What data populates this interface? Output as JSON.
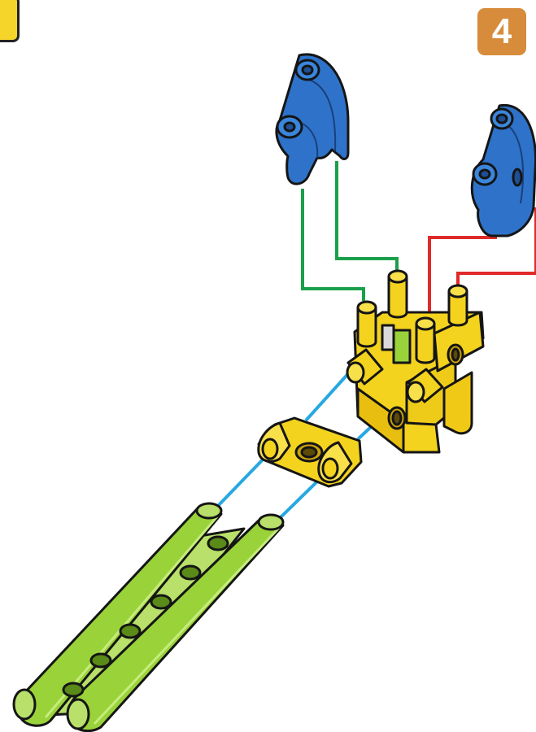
{
  "step": {
    "number": "4"
  },
  "colors": {
    "blue_part": "#2e73c9",
    "yellow_part": "#f4d31f",
    "green_part": "#9ad23a",
    "connector_green": "#1aa04a",
    "connector_red": "#e02a2a",
    "connector_cyan": "#27a8e0",
    "badge": "#d78c3c"
  },
  "parts": [
    {
      "name": "blue-curved-arm-left"
    },
    {
      "name": "blue-curved-arm-right"
    },
    {
      "name": "yellow-pin-block"
    },
    {
      "name": "yellow-double-connector"
    },
    {
      "name": "green-double-rod"
    }
  ],
  "connectors": [
    {
      "name": "green-guide-left",
      "color": "connector_green"
    },
    {
      "name": "green-guide-right",
      "color": "connector_green"
    },
    {
      "name": "red-guide-left",
      "color": "connector_red"
    },
    {
      "name": "red-guide-right",
      "color": "connector_red"
    },
    {
      "name": "cyan-guide-left",
      "color": "connector_cyan"
    },
    {
      "name": "cyan-guide-right",
      "color": "connector_cyan"
    }
  ]
}
